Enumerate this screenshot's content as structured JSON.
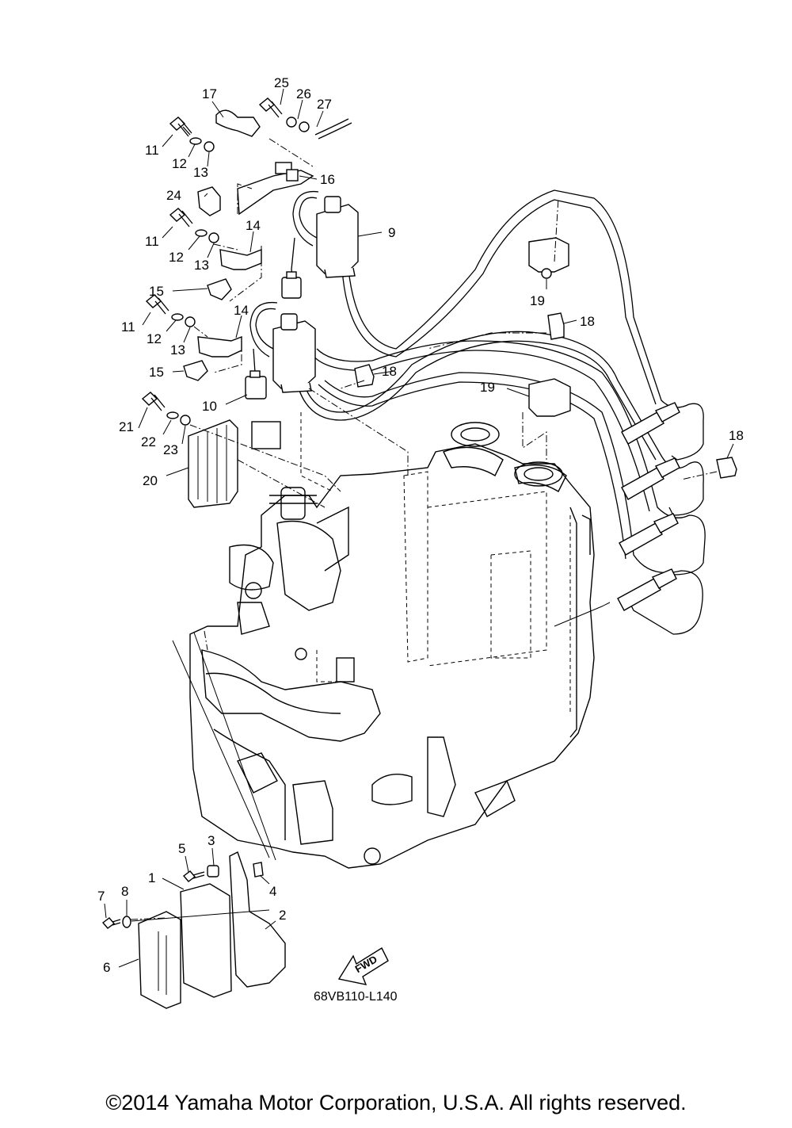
{
  "callouts": {
    "c1": "1",
    "c2": "2",
    "c3": "3",
    "c4": "4",
    "c5": "5",
    "c6": "6",
    "c7": "7",
    "c8": "8",
    "c9": "9",
    "c10": "10",
    "c11a": "11",
    "c11b": "11",
    "c11c": "11",
    "c12a": "12",
    "c12b": "12",
    "c12c": "12",
    "c13a": "13",
    "c13b": "13",
    "c13c": "13",
    "c14a": "14",
    "c14b": "14",
    "c15a": "15",
    "c15b": "15",
    "c16": "16",
    "c17": "17",
    "c18a": "18",
    "c18b": "18",
    "c18c": "18",
    "c19a": "19",
    "c19b": "19",
    "c20": "20",
    "c21": "21",
    "c22": "22",
    "c23": "23",
    "c24": "24",
    "c25": "25",
    "c26": "26",
    "c27": "27"
  },
  "fwd_label": "FWD",
  "diagram_code": "68VB110-L140",
  "copyright": "©2014 Yamaha Motor Corporation, U.S.A. All rights reserved."
}
